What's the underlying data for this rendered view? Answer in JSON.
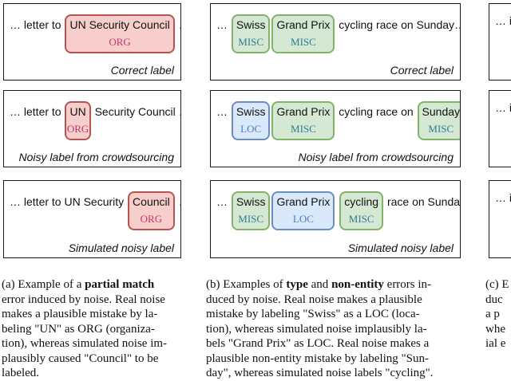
{
  "colors": {
    "panel_border": "#1a1a1a",
    "red_fill": "#f8cecc",
    "red_stroke": "#b85450",
    "org_label": "#c0386b",
    "green_fill": "#d5e8d4",
    "green_stroke": "#82b366",
    "misc_label": "#2e7c8f",
    "blue_fill": "#dae8fc",
    "blue_stroke": "#6c8ebf",
    "loc_label": "#4a7ebb"
  },
  "columns": [
    {
      "id": "a",
      "panels": [
        {
          "tokens": [
            {
              "t": "… letter to "
            },
            {
              "t": "UN Security Council",
              "label": "ORG",
              "c": "red"
            },
            {
              "t": " …"
            }
          ],
          "footer": "Correct label"
        },
        {
          "tokens": [
            {
              "t": "… letter to "
            },
            {
              "t": "UN",
              "label": "ORG",
              "c": "red"
            },
            {
              "t": " Security Council …"
            }
          ],
          "footer": "Noisy label from crowdsourcing"
        },
        {
          "tokens": [
            {
              "t": "… letter to UN Security "
            },
            {
              "t": "Council",
              "label": "ORG",
              "c": "red"
            },
            {
              "t": " …"
            }
          ],
          "footer": "Simulated noisy label"
        }
      ]
    },
    {
      "id": "b",
      "panels": [
        {
          "tokens": [
            {
              "t": "… "
            },
            {
              "t": "Swiss",
              "label": "MISC",
              "c": "green"
            },
            {
              "t": "Grand Prix",
              "label": "MISC",
              "c": "green"
            },
            {
              "t": " cycling race on Sunday…"
            }
          ],
          "footer": "Correct label"
        },
        {
          "tokens": [
            {
              "t": "… "
            },
            {
              "t": "Swiss",
              "label": "LOC",
              "c": "blue"
            },
            {
              "t": "Grand Prix",
              "label": "MISC",
              "c": "green"
            },
            {
              "t": " cycling race on "
            },
            {
              "t": "Sunday",
              "label": "MISC",
              "c": "green"
            },
            {
              "t": "…"
            }
          ],
          "footer": "Noisy label from crowdsourcing"
        },
        {
          "tokens": [
            {
              "t": "… "
            },
            {
              "t": "Swiss",
              "label": "MISC",
              "c": "green"
            },
            {
              "t": "Grand Prix",
              "label": "LOC",
              "c": "blue"
            },
            {
              "t": " "
            },
            {
              "t": "cycling",
              "label": "MISC",
              "c": "green"
            },
            {
              "t": " race on Sunday…"
            }
          ],
          "footer": "Simulated noisy label"
        }
      ]
    },
    {
      "id": "c",
      "panels": [
        {
          "tokens": [
            {
              "t": "… i"
            }
          ],
          "footer": ""
        },
        {
          "tokens": [
            {
              "t": "… i"
            }
          ],
          "footer": ""
        },
        {
          "tokens": [
            {
              "t": "… i"
            }
          ],
          "footer": ""
        }
      ]
    }
  ],
  "captions": {
    "a": [
      {
        "t": "(a) Example of a "
      },
      {
        "t": "partial match",
        "b": true
      },
      {
        "t": "\nerror induced by noise. Real noise\nmakes a plausible mistake by la-\nbeling \"UN\" as ORG (organiza-\ntion), whereas simulated noise im-\nplausibly caused \"Council\" to be\nlabeled."
      }
    ],
    "b": [
      {
        "t": "(b) Examples of "
      },
      {
        "t": "type",
        "b": true
      },
      {
        "t": " and "
      },
      {
        "t": "non-entity",
        "b": true
      },
      {
        "t": " errors in-\nduced by noise. Real noise makes a plausible\nmistake by labeling \"Swiss\" as a LOC (loca-\ntion), whereas simulated noise implausibly la-\nbels \"Grand Prix\" as LOC. Real noise makes a\nplausible non-entity mistake by labeling \"Sun-\nday\", whereas simulated noise labels \"cycling\"."
      }
    ],
    "c": [
      {
        "t": "(c) E\nduc\na p\nwhe\nial e"
      }
    ]
  }
}
